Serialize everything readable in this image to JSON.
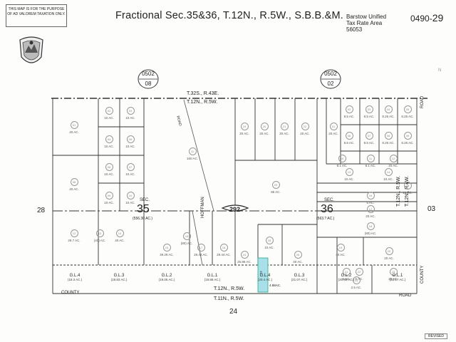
{
  "notice": {
    "line1": "THIS MAP IS FOR THE PURPOSE",
    "line2": "OF AD VALOREM TAXATION ONLY."
  },
  "title": "Fractional Sec.35&36, T.12N., R.5W., S.B.B.&M.",
  "tax_rate_area": {
    "line1": "Barstow Unified",
    "line2": "Tax Rate Area",
    "code": "56053"
  },
  "book_page": {
    "book": "0490-",
    "page": "29"
  },
  "north_arrow": "N",
  "adjacent_books": [
    {
      "book": "0502",
      "page": "08"
    },
    {
      "book": "0502",
      "page": "02"
    }
  ],
  "adjacent_pages": {
    "left": "28",
    "right": "03",
    "bottom": "24"
  },
  "township_labels": {
    "top_a": "T.32S., R.43E.",
    "top_b": "T.12N., R.5W.",
    "bottom_a": "T.12N., R.5W.",
    "bottom_b": "T.11N., R.5W.",
    "right_a": "T.12N., R.5W.",
    "right_b": "T.12N., R.4W."
  },
  "sections": [
    {
      "label": "SEC.",
      "number": "35",
      "area": "(556.30 AC.)"
    },
    {
      "label": "SEC.",
      "number": "36",
      "area": "(563.? AC.)"
    }
  ],
  "highway": "292",
  "roads": {
    "road_top": "ROAD",
    "hoffman": "HOFFMAN",
    "county_bottom": "COUNTY",
    "road_right": "ROAD",
    "county_right": "COUNTY",
    "road_ne": "ROAD"
  },
  "parcels_sec35": [
    {
      "no": "01",
      "acres": "40 AC."
    },
    {
      "no": "02",
      "acres": "10 AC."
    },
    {
      "no": "03",
      "acres": "10 AC."
    },
    {
      "no": "04",
      "acres": "10 AC."
    },
    {
      "no": "05",
      "acres": "10 AC."
    },
    {
      "no": "06",
      "acres": "10 AC."
    },
    {
      "no": "07",
      "acres": "10 AC."
    },
    {
      "no": "08",
      "acres": "40 AC."
    },
    {
      "no": "09",
      "acres": "10 AC."
    },
    {
      "no": "10",
      "acres": "10 AC."
    },
    {
      "no": "11",
      "acres": "160 AC."
    },
    {
      "no": "12",
      "acres": "29.7 AC."
    },
    {
      "no": "13",
      "acres": "(40) AC."
    },
    {
      "no": "14",
      "acres": "40 AC."
    },
    {
      "no": "15",
      "acres": "39.29 AC."
    },
    {
      "no": "16",
      "acres": "(80) AC."
    },
    {
      "no": "17",
      "acres": "29.44 AC."
    },
    {
      "no": "18",
      "acres": "29.44 AC."
    },
    {
      "no": "19",
      "acres": "20 AC."
    },
    {
      "no": "20",
      "acres": "20 AC."
    },
    {
      "no": "21",
      "acres": "20 AC."
    },
    {
      "no": "22",
      "acres": "20 AC."
    },
    {
      "no": "23",
      "acres": "85 AC."
    },
    {
      "no": "24",
      "acres": "25.88 AC."
    },
    {
      "no": "25",
      "acres": "10 AC."
    },
    {
      "no": "26",
      "acres": "40 AC."
    }
  ],
  "gov_lots": [
    {
      "label": "G.L.4",
      "area": "(18.3 AC.)"
    },
    {
      "label": "G.L.3",
      "area": "(19.83 AC.)"
    },
    {
      "label": "G.L.2",
      "area": "(19.05 AC.)"
    },
    {
      "label": "G.L.1",
      "area": "(19.88 AC.)"
    },
    {
      "label": "G.L.4",
      "area": "(20.4 AC.)"
    },
    {
      "label": "G.L.3",
      "area": "(21.07 AC.)"
    },
    {
      "label": "G.L.2",
      "area": "(20.59 AC.)"
    },
    {
      "label": "G.L.1",
      "area": "(22.17 AC.)"
    }
  ],
  "parcels_sec36": [
    {
      "no": "01",
      "acres": "20 AC."
    },
    {
      "no": "02",
      "acres": "8.5 AC."
    },
    {
      "no": "03",
      "acres": "8.5 AC."
    },
    {
      "no": "04",
      "acres": "8.25 AC."
    },
    {
      "no": "05",
      "acres": "8.25 AC."
    },
    {
      "no": "06",
      "acres": "8.5 AC."
    },
    {
      "no": "07",
      "acres": "8.5 AC."
    },
    {
      "no": "08",
      "acres": "8.25 AC."
    },
    {
      "no": "09",
      "acres": "8.25 AC."
    },
    {
      "no": "10",
      "acres": "8.1 AC."
    },
    {
      "no": "11",
      "acres": "8.1 AC."
    },
    {
      "no": "12",
      "acres": "20 AC."
    },
    {
      "no": "13",
      "acres": "10 AC."
    },
    {
      "no": "14",
      "acres": "10 AC."
    },
    {
      "no": "15",
      "acres": "10 AC."
    },
    {
      "no": "16",
      "acres": "5 AC."
    },
    {
      "no": "17",
      "acres": "20 AC."
    },
    {
      "no": "18",
      "acres": "(80) AC."
    },
    {
      "no": "19",
      "acres": "40 AC."
    },
    {
      "no": "20",
      "acres": "20 AC."
    },
    {
      "no": "21",
      "acres": "5 AC."
    },
    {
      "no": "22",
      "acres": "5 AC."
    },
    {
      "no": "23",
      "acres": "20 AC."
    },
    {
      "no": "24",
      "acres": "2.5 AC."
    }
  ],
  "highlight_parcel": {
    "no": "33",
    "acres": "4.88AC."
  },
  "revised_stamp": "REVISED"
}
